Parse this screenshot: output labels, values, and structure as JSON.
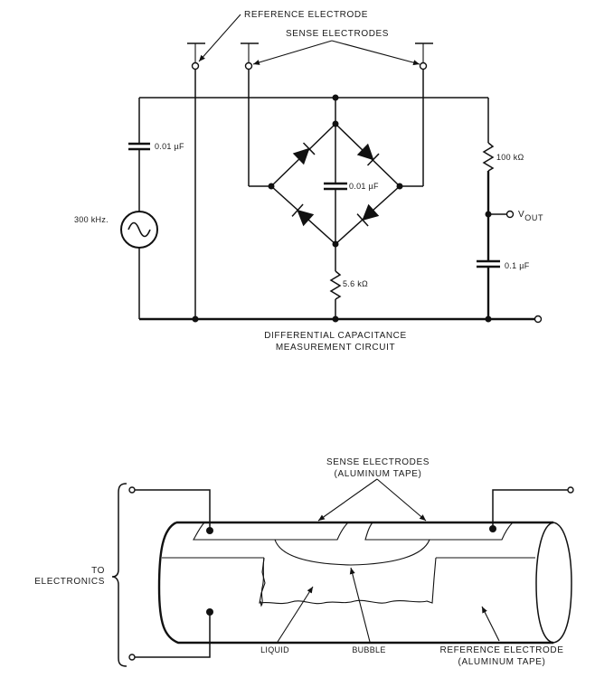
{
  "circuit": {
    "title_line1": "DIFFERENTIAL CAPACITANCE",
    "title_line2": "MEASUREMENT CIRCUIT",
    "reference_electrode_label": "REFERENCE ELECTRODE",
    "sense_electrodes_label": "SENSE ELECTRODES",
    "source_freq": "300 kHz.",
    "c_input": "0.01 µF",
    "c_bridge": "0.01 µF",
    "r_bridge": "5.6 kΩ",
    "r_output": "100 kΩ",
    "c_output": "0.1 µF",
    "vout_main": "V",
    "vout_sub": "OUT"
  },
  "tube": {
    "sense_label_line1": "SENSE ELECTRODES",
    "sense_label_line2": "(ALUMINUM TAPE)",
    "to_electronics_line1": "TO",
    "to_electronics_line2": "ELECTRONICS",
    "liquid_label": "LIQUID",
    "bubble_label": "BUBBLE",
    "reference_label_line1": "REFERENCE ELECTRODE",
    "reference_label_line2": "(ALUMINUM TAPE)"
  }
}
